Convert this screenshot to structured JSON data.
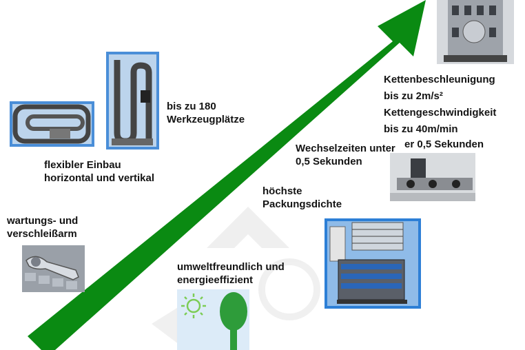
{
  "captions": {
    "maintenance": "wartungs- und\nverschleißarm",
    "installation": "flexibler Einbau\nhorizontal und vertikal",
    "capacity": "bis zu 180\nWerkzeugplätze",
    "eco": "umweltfreundlich und\nenergieeffizient",
    "density": "höchste\nPackungsdichte",
    "change_time": "Wechselzeiten unter\n0,5 Sekunden",
    "chain_speed": "Kettenbeschleunigung\nbis zu 2m/s²\nKettengeschwindigkeit\nbis zu 40m/min",
    "chain_time": "er 0,5 Sekunden"
  },
  "colors": {
    "arrow": "#0a8a12",
    "tree": "#2e9c3a",
    "sky": "#dcebf8",
    "sun": "#7ccc55",
    "photo_blue": "#2d7fd6"
  },
  "icons": {
    "arrow": "growth-arrow-icon",
    "wrench": "wrench-icon",
    "tree": "tree-icon",
    "sun": "sun-icon"
  }
}
